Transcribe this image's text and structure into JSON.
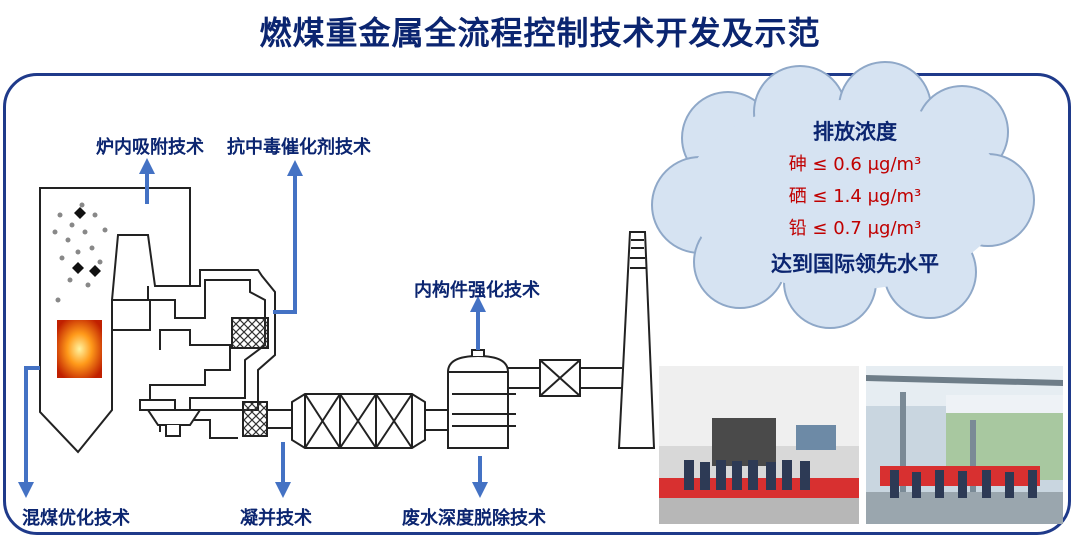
{
  "title": "燃煤重金属全流程控制技术开发及示范",
  "labels": {
    "furnace_adsorption": "炉内吸附技术",
    "anti_poisoning_catalyst": "抗中毒催化剂技术",
    "internal_component": "内构件强化技术",
    "coal_blending": "混煤优化技术",
    "agglomeration": "凝并技术",
    "wastewater": "废水深度脱除技术"
  },
  "emission": {
    "title": "排放浓度",
    "limits": [
      "砷 ≤ 0.6 μg/m³",
      "硒 ≤ 1.4 μg/m³",
      "铅 ≤ 0.7 μg/m³"
    ],
    "conclusion": "达到国际领先水平"
  },
  "colors": {
    "title": "#0b2570",
    "frame": "#1f3a8a",
    "arrow": "#4472c4",
    "limit_text": "#c00000",
    "cloud_fill": "#d6e3f2",
    "cloud_stroke": "#8fa8c8"
  }
}
